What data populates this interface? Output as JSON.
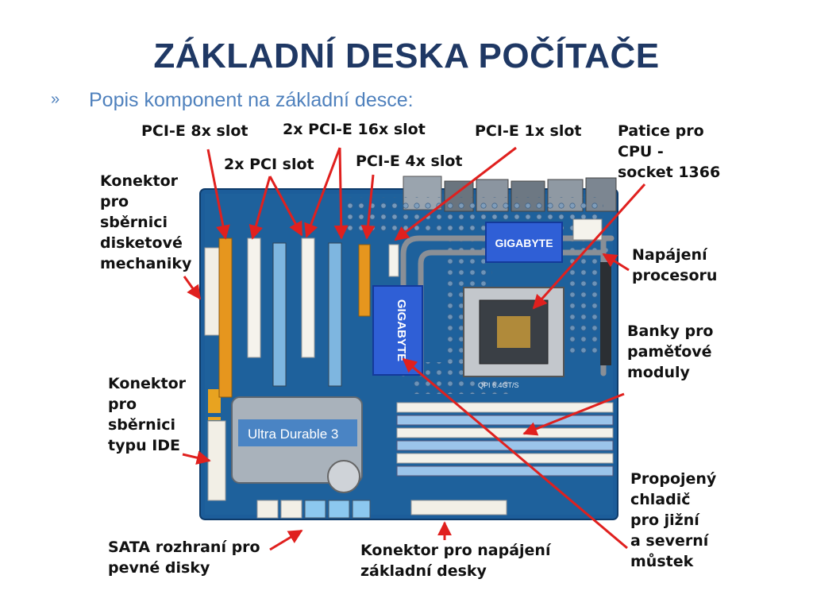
{
  "slide": {
    "title": "ZÁKLADNÍ DESKA POČÍTAČE",
    "bullet_marker": "»",
    "bullet_text": "Popis komponent na základní desce:"
  },
  "labels": {
    "pcie8": "PCI-E 8x slot",
    "pcie16": "2x PCI-E 16x slot",
    "pcie1": "PCI-E 1x slot",
    "cpu_socket": "Patice pro\nCPU -\nsocket 1366",
    "pci": "2x PCI slot",
    "pcie4": "PCI-E 4x slot",
    "floppy": "Konektor\npro\nsběrnici\ndisketové\nmechaniky",
    "cpu_power": "Napájení\nprocesoru",
    "memory": "Banky pro\npaměťové\nmoduly",
    "ide": "Konektor\npro\nsběrnici\ntypu IDE",
    "heatsink": "Propojený\nchladič\npro jižní\na severní\nmůstek",
    "sata": "SATA rozhraní pro\npevné disky",
    "atx_power": "Konektor pro napájení\nzákladní desky"
  },
  "board": {
    "brand": "GIGABYTE",
    "heatsink_text": "Ultra Durable 3",
    "qpi_text": "QPI 6.4GT/S",
    "colors": {
      "pcb": "#1c5d9a",
      "arrow": "#e0201e",
      "title": "#1f3864",
      "bullet": "#4f81bd"
    }
  }
}
